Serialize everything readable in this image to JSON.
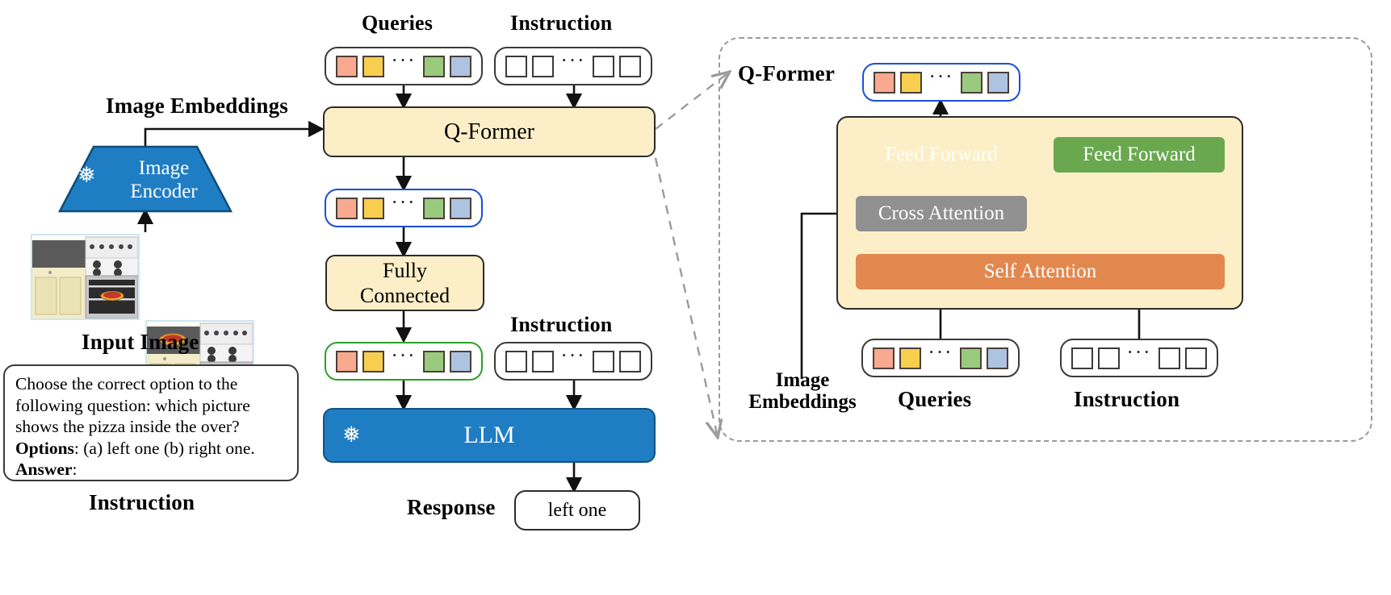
{
  "labels": {
    "queries_top": "Queries",
    "instruction_top": "Instruction",
    "image_embeddings": "Image Embeddings",
    "input_image": "Input Image",
    "instruction_left": "Instruction",
    "instruction_mid": "Instruction",
    "response": "Response",
    "qformer_panel_title": "Q-Former",
    "image_embeddings_right_line1": "Image",
    "image_embeddings_right_line2": "Embeddings",
    "queries_right": "Queries",
    "instruction_right": "Instruction"
  },
  "blocks": {
    "qformer": "Q-Former",
    "fully_connected_line1": "Fully",
    "fully_connected_line2": "Connected",
    "llm": "LLM",
    "feed_forward_left": "Feed Forward",
    "feed_forward_right": "Feed Forward",
    "cross_attention": "Cross Attention",
    "self_attention": "Self Attention"
  },
  "response_value": "left one",
  "instruction_prompt": {
    "line1": "Choose the correct option to the",
    "line2": "following question: which picture",
    "line3": "shows the pizza inside the over?",
    "options_label": "Options",
    "options_text": ": (a) left one (b) right one.",
    "answer_label": "Answer",
    "answer_text": ":"
  },
  "icons": {
    "snowflake": "❅",
    "ellipsis": "···"
  },
  "colors": {
    "token_red": "#F8A98F",
    "token_yellow": "#F8CE4E",
    "token_green": "#9ACA7E",
    "token_blue": "#AEC3E2",
    "qformer_fill": "#FCEFC7",
    "llm_blue": "#1F7DC4",
    "encoder_blue": "#1F7DC4",
    "feed_forward_purple": "#B270C0",
    "feed_forward_green": "#6AA84F",
    "cross_attention_gray": "#909090",
    "self_attention_orange": "#E2884F",
    "highlight_blue_border": "#1A4ED8",
    "highlight_green_border": "#2AA02A",
    "dashed_gray": "#9B9B9B"
  },
  "tokens": {
    "query_colors": [
      "token_red",
      "token_yellow",
      "token_green",
      "token_blue"
    ],
    "instruction_count": 4
  },
  "encoder": {
    "line1": "Image",
    "line2": "Encoder"
  }
}
